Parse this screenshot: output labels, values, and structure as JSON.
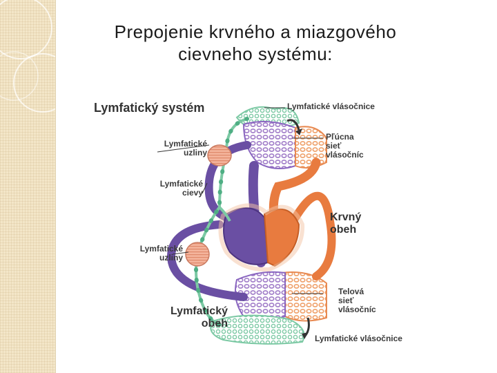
{
  "title": {
    "line1": "Prepojenie krvného a miazgového",
    "line2": "cievneho systému:"
  },
  "diagram": {
    "heading": "Lymfatický systém",
    "labels": {
      "lymph_capillaries_top": "Lymfatické vlásočnice",
      "lymph_nodes_upper_1": "Lymfatické",
      "lymph_nodes_upper_2": "uzliny",
      "lymph_vessels_1": "Lymfatické",
      "lymph_vessels_2": "cievy",
      "lymph_nodes_lower_1": "Lymfatické",
      "lymph_nodes_lower_2": "uzliny",
      "lymph_circulation_1": "Lymfatický",
      "lymph_circulation_2": "obeh",
      "lung_capillaries_1": "Pľúcna",
      "lung_capillaries_2": "sieť",
      "lung_capillaries_3": "vlásočníc",
      "blood_circulation_1": "Krvný",
      "blood_circulation_2": "obeh",
      "body_capillaries_1": "Telová",
      "body_capillaries_2": "sieť",
      "body_capillaries_3": "vlásočníc",
      "lymph_capillaries_bottom": "Lymfatické vlásočnice"
    },
    "colors": {
      "lymph": "#7cc9a4",
      "venous": "#6a4fa3",
      "arterial": "#e87b3f",
      "capillary_purple": "#b48ed6",
      "capillary_orange": "#f3b27c",
      "node": "#f0a890",
      "arrow": "#333333"
    }
  }
}
